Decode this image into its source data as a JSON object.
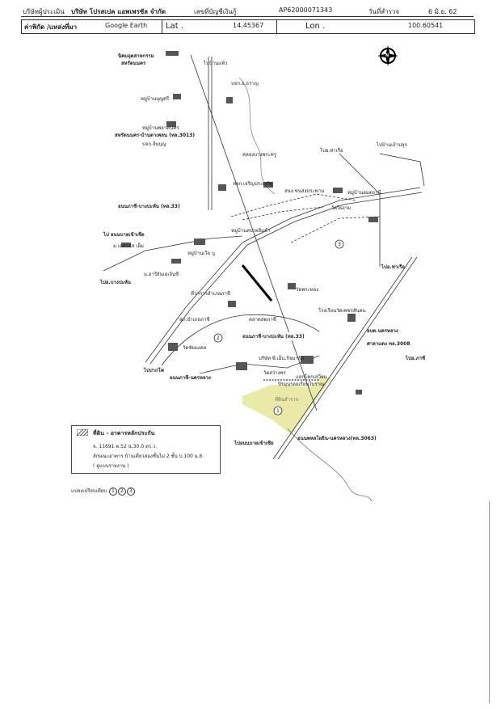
{
  "header": {
    "company_label": "บริษัทผู้ประเมิน",
    "company_name": "บริษัท โปรสเปค แอพเพรซัล จำกัด",
    "account_label": "เลขที่บัญชีเงินกู้",
    "account_value": "AP62000071343",
    "date_label": "วันที่สำรวจ",
    "date_value": "6 มิ.ย. 62",
    "location_label": "ค่าพิกัด /แหล่งที่มา",
    "source_value": "Google Earth",
    "lat_label": "Lat .",
    "lat_value": "14.45367",
    "lon_label": "Lon .",
    "lon_value": "100.60541"
  },
  "compass": {
    "icon": "north-arrow-icon",
    "letter": "N"
  },
  "map_labels": [
    "นิคมอุตสาหกรรม",
    "สหรัตนนคร",
    "ไปบ้านแพ้ว",
    "บจก.ธ.ธราญ",
    "หมู่บ้านบุญศรี",
    "หมู่บ้านพลาคนคร",
    "สหรัตนนคร-บ้านตาเพลน (ทล.3013)",
    "บจก.จีนบุญ",
    "คลองบางพระครู",
    "ไปอ.ท่าเรือ",
    "ไปบ้านเจ้าปลุก",
    "หจก.เจริญประเสริฐ",
    "สนง.ขนส่งประพาน",
    "หมู่บ้านอมตธานี",
    "วัดไผ่งาม",
    "อนนภาชี-บางปะหัน (ทล.33)",
    "ไป อนนบายเข้าเซีย",
    "หมู่บ้านสบายอิ่มจำ",
    "ม.เอส.เอส เฮ็ม",
    "ม.อารียันเอเจ้นซี",
    "หมู่บ้านเวีย บู",
    "ไปอ.บางปะหัน",
    "ไปอ.ท่าเรือ",
    "วัดพระทอง",
    "โรงเรียนวัดเพชรสันตน",
    "ที่ว่าการอำเภอภาชี",
    "ตลาดสดภาชี",
    "สภ.อำเภอภาชี",
    "อนนภาชี-บางปะหัน (ทล.33)",
    "อบต.นครหลวง",
    "ศาลาแดง ทล.3008",
    "ไปอ.ภาชี",
    "วัดชัยมงคล",
    "ไปปากโพ",
    "บริษัท พี.เอ็น.กิจมาร์ท",
    "วัดสว่างพร",
    "อนนภาชี-นครหลวง",
    "แยกโคกเสวียน",
    "ปิรมุนรอยเรียนโบราณ",
    "ที่ดินสำรวจ",
    "ไปอนนบายเข้าเซีย",
    "อนนพหลโยธิน-นครหลวง(ทล.3063)"
  ],
  "route_markers": [
    "1",
    "2",
    "3"
  ],
  "legend": {
    "title": "ที่ดิน - อาคารหลักประกัน",
    "line1": "จ. 11691 ต.52 น.30.0 ตร.ว.",
    "line2": "ลักษณะอาคาร บ้านเดี่ยวสองชั้นไม่ 2 ชั้น บ.100 ม.6",
    "line3": "( ดูแบบรายงาน )"
  },
  "footer_note": {
    "label": "แปลงเปรียบเทียบ",
    "markers": [
      "1",
      "2",
      "3"
    ]
  },
  "colors": {
    "subject_highlight": "#eaeaa8",
    "line": "#333333"
  }
}
